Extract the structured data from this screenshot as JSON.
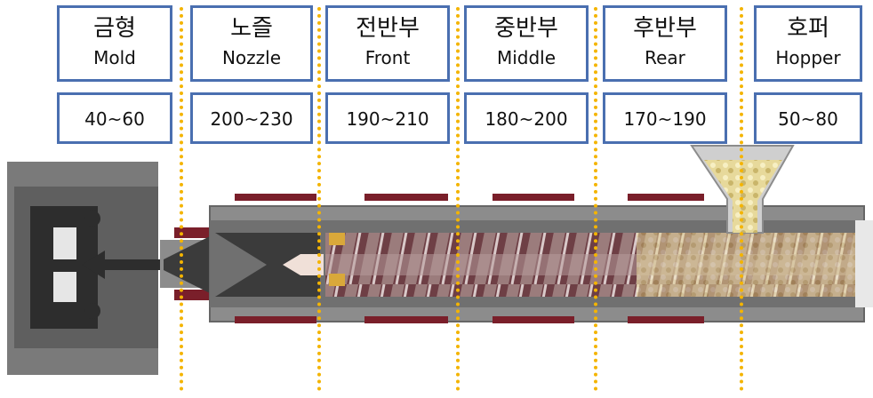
{
  "zones": [
    {
      "ko": "금형",
      "en": "Mold",
      "temp": "40~60"
    },
    {
      "ko": "노즐",
      "en": "Nozzle",
      "temp": "200~230"
    },
    {
      "ko": "전반부",
      "en": "Front",
      "temp": "190~210"
    },
    {
      "ko": "중반부",
      "en": "Middle",
      "temp": "180~200"
    },
    {
      "ko": "후반부",
      "en": "Rear",
      "temp": "170~190"
    },
    {
      "ko": "호퍼",
      "en": "Hopper",
      "temp": "50~80"
    }
  ],
  "colors": {
    "box_border": "#4a6fb0",
    "divider": "#f4b400",
    "barrel": "#8c8c8c",
    "screw": "#8a5a5a",
    "heater": "#7a1f2a",
    "pellets": "#e0cf8a",
    "mold": "#5a5a5a"
  }
}
